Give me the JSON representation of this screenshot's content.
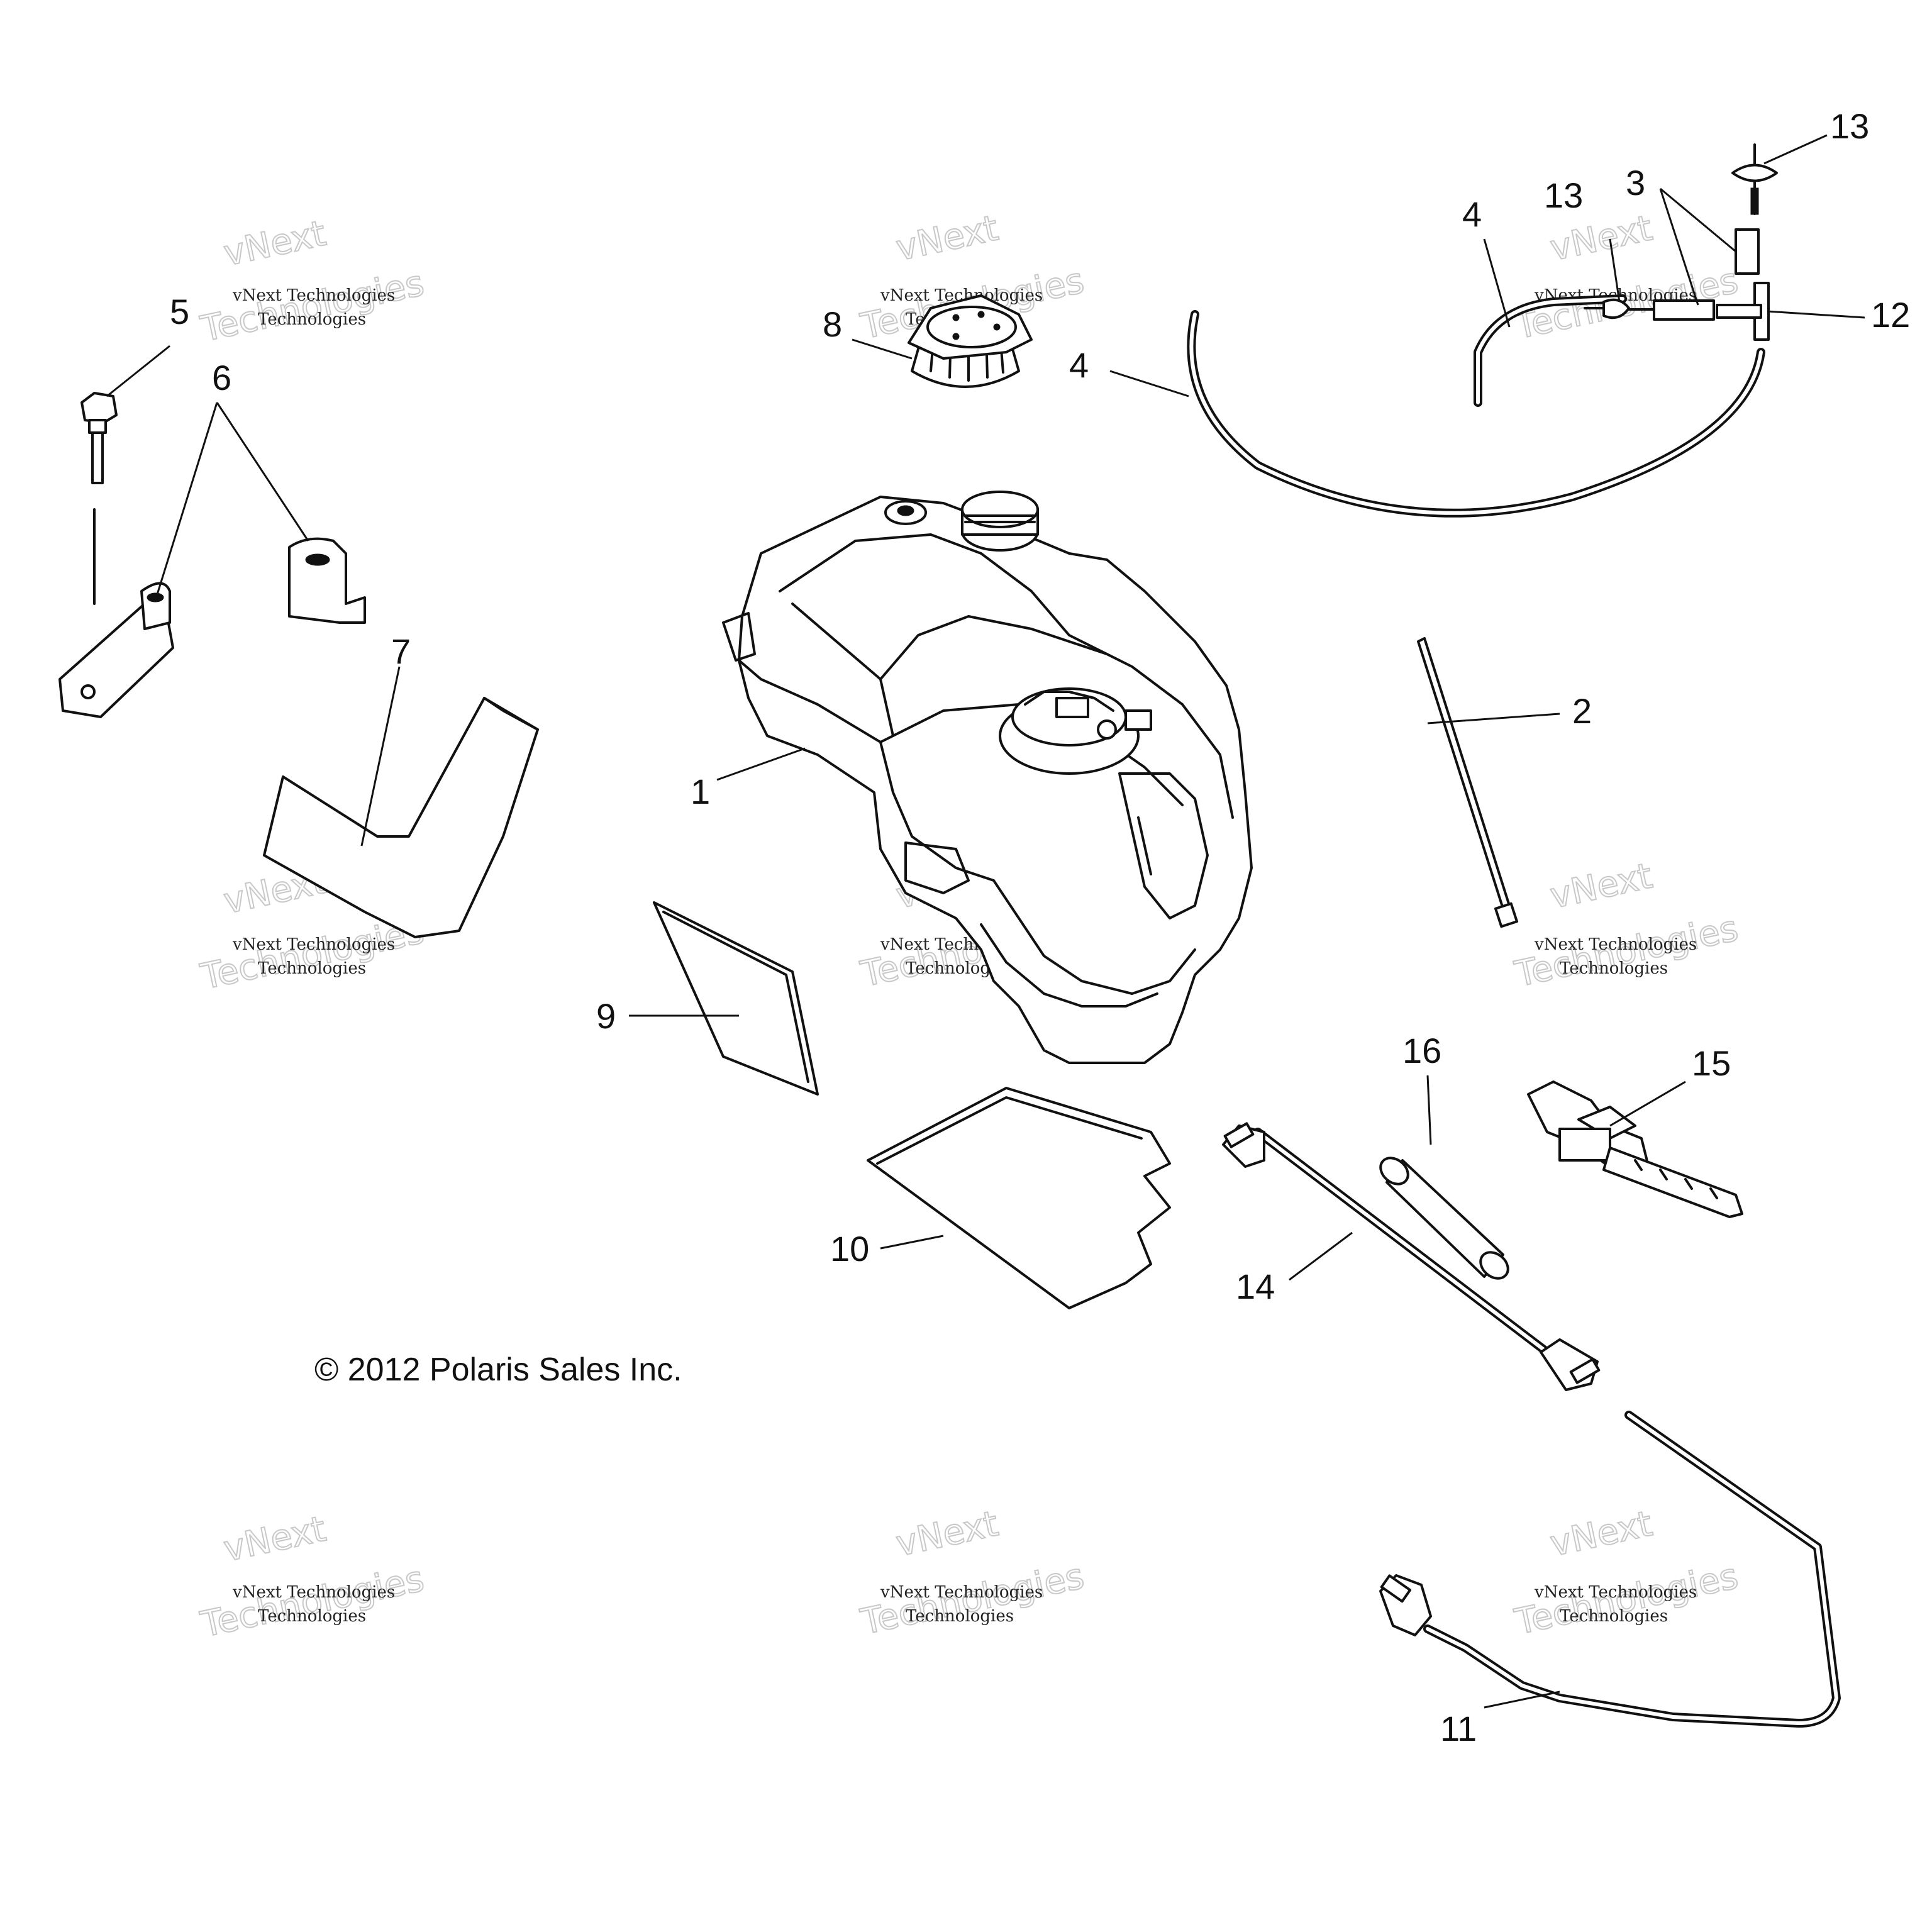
{
  "diagram": {
    "callouts": [
      "1",
      "2",
      "3",
      "4",
      "4",
      "5",
      "6",
      "7",
      "8",
      "9",
      "10",
      "11",
      "12",
      "13",
      "13",
      "14",
      "15",
      "16"
    ],
    "copyright": "© 2012 Polaris Sales Inc.",
    "watermark": {
      "line1": "vNext",
      "line2": "vNext Technologies",
      "line3": "Technologies"
    }
  }
}
